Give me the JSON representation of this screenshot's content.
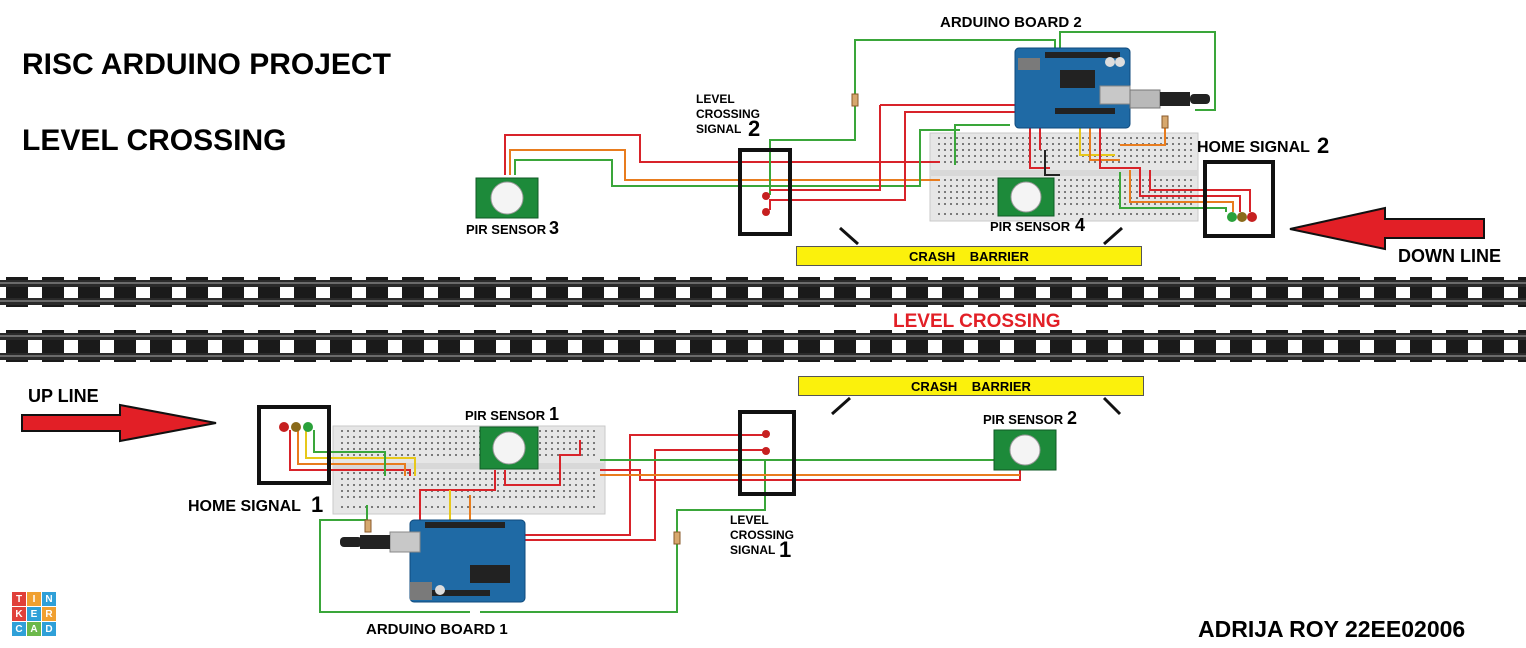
{
  "title": "RISC ARDUINO PROJECT",
  "subtitle": "LEVEL CROSSING",
  "author": "ADRIJA ROY 22EE02006",
  "labels": {
    "arduino_board_2": "ARDUINO BOARD 2",
    "arduino_board_1": "ARDUINO BOARD 1",
    "pir_sensor_3": "PIR SENSOR",
    "pir_sensor_3_num": "3",
    "pir_sensor_4": "PIR SENSOR",
    "pir_sensor_4_num": "4",
    "pir_sensor_1": "PIR SENSOR",
    "pir_sensor_1_num": "1",
    "pir_sensor_2": "PIR SENSOR",
    "pir_sensor_2_num": "2",
    "lc_signal_2": "LEVEL\nCROSSING\nSIGNAL",
    "lc_signal_2_num": "2",
    "lc_signal_1": "LEVEL\nCROSSING\nSIGNAL",
    "lc_signal_1_num": "1",
    "home_signal_2": "HOME SIGNAL",
    "home_signal_2_num": "2",
    "home_signal_1": "HOME SIGNAL",
    "home_signal_1_num": "1",
    "down_line": "DOWN LINE",
    "up_line": "UP LINE",
    "level_crossing_center": "LEVEL CROSSING",
    "crash_barrier_top": "CRASH    BARRIER",
    "crash_barrier_bottom": "CRASH    BARRIER"
  },
  "logo": {
    "letters": [
      "T",
      "I",
      "N",
      "K",
      "E",
      "R",
      "C",
      "A",
      "D"
    ]
  },
  "colors": {
    "barrier": "#fbf10c",
    "arrow": "#e21f26",
    "level_crossing_text": "#e21f26",
    "wire_red": "#d8232a",
    "wire_green": "#3aa63a",
    "wire_orange": "#e87c1e",
    "wire_yellow": "#e7c81a",
    "arduino_blue": "#1f6aa5",
    "breadboard": "#e6e6e6",
    "pir_green": "#1d8a3a"
  }
}
